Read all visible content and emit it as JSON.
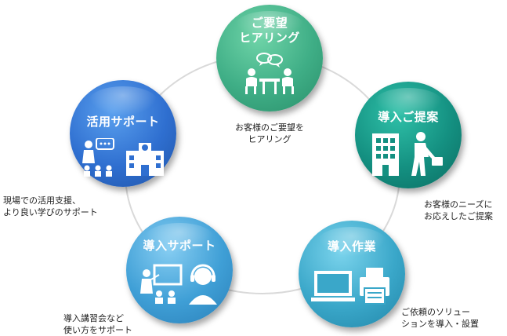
{
  "colors": {
    "ring": "#d9d9d9",
    "hearing": "#3fae86",
    "proposal": "#149081",
    "work": "#3aa7c9",
    "support": "#3f9fd6",
    "usage": "#2f6fd0"
  },
  "steps": {
    "hearing": {
      "title": "ご要望\nヒアリング",
      "caption": "お客様のご要望を\nヒアリング",
      "icon": "meeting-icon"
    },
    "proposal": {
      "title": "導入ご提案",
      "caption": "お客様のニーズに\nお応えしたご提案",
      "icon": "office-building-icon"
    },
    "work": {
      "title": "導入作業",
      "caption": "ご依頼のソリュー\nションを導入・設置",
      "icon": "computer-printer-icon"
    },
    "support": {
      "title": "導入サポート",
      "caption": "導入講習会など\n使い方をサポート",
      "icon": "training-icon"
    },
    "usage": {
      "title": "活用サポート",
      "caption": "現場での活用支援、\nより良い学びのサポート",
      "icon": "school-icon"
    }
  }
}
